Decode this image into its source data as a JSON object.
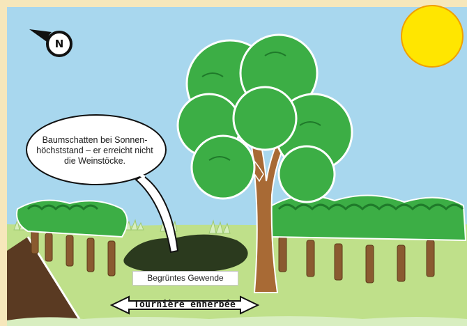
{
  "compass": {
    "letter": "N"
  },
  "callout": {
    "text": "Baumschatten bei Sonnen-\nhöchststand – er erreicht nicht\ndie Weinstöcke."
  },
  "labels": {
    "area": "Begrüntes Gewende",
    "turn": "Tournière enherbée"
  },
  "colors": {
    "frame": "#f6e7bb",
    "sky": "#a8d7ee",
    "grass": "#bfe08a",
    "sun": "#ffe600",
    "leaf": "#3cae45",
    "trunk": "#a86a35",
    "shadow": "#2b3a1e"
  }
}
